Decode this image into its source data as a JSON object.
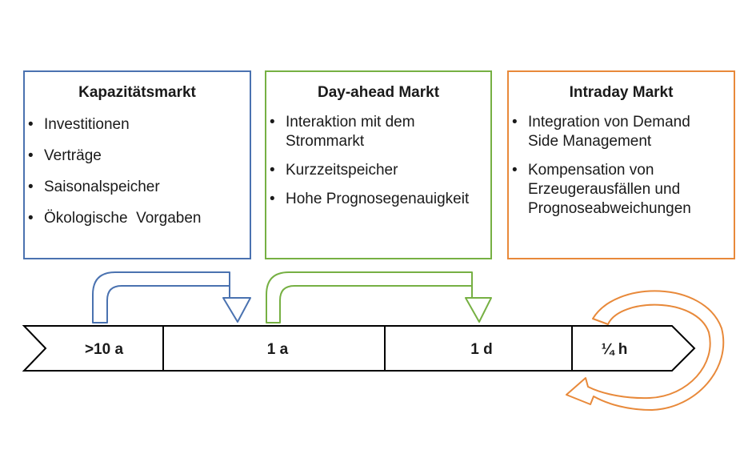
{
  "markets": [
    {
      "title": "Kapazitätsmarkt",
      "items": [
        "Investitionen",
        "Verträge",
        "Saisonalspeicher",
        "Ökologische  Vorgaben"
      ],
      "color": "#4a72b0"
    },
    {
      "title": "Day-ahead Markt",
      "items": [
        "Interaktion mit dem Strommarkt",
        "Kurzzeitspeicher",
        "Hohe Prognosegenauigkeit"
      ],
      "color": "#76b043"
    },
    {
      "title": "Intraday Markt",
      "items": [
        "Integration von Demand Side Management",
        "Kompensation von Erzeugerausfällen  und Prognoseabweichungen"
      ],
      "color": "#e8893a"
    }
  ],
  "timeline": {
    "segments": [
      ">10 a",
      "1 a",
      "1 d",
      "¼ h"
    ]
  }
}
